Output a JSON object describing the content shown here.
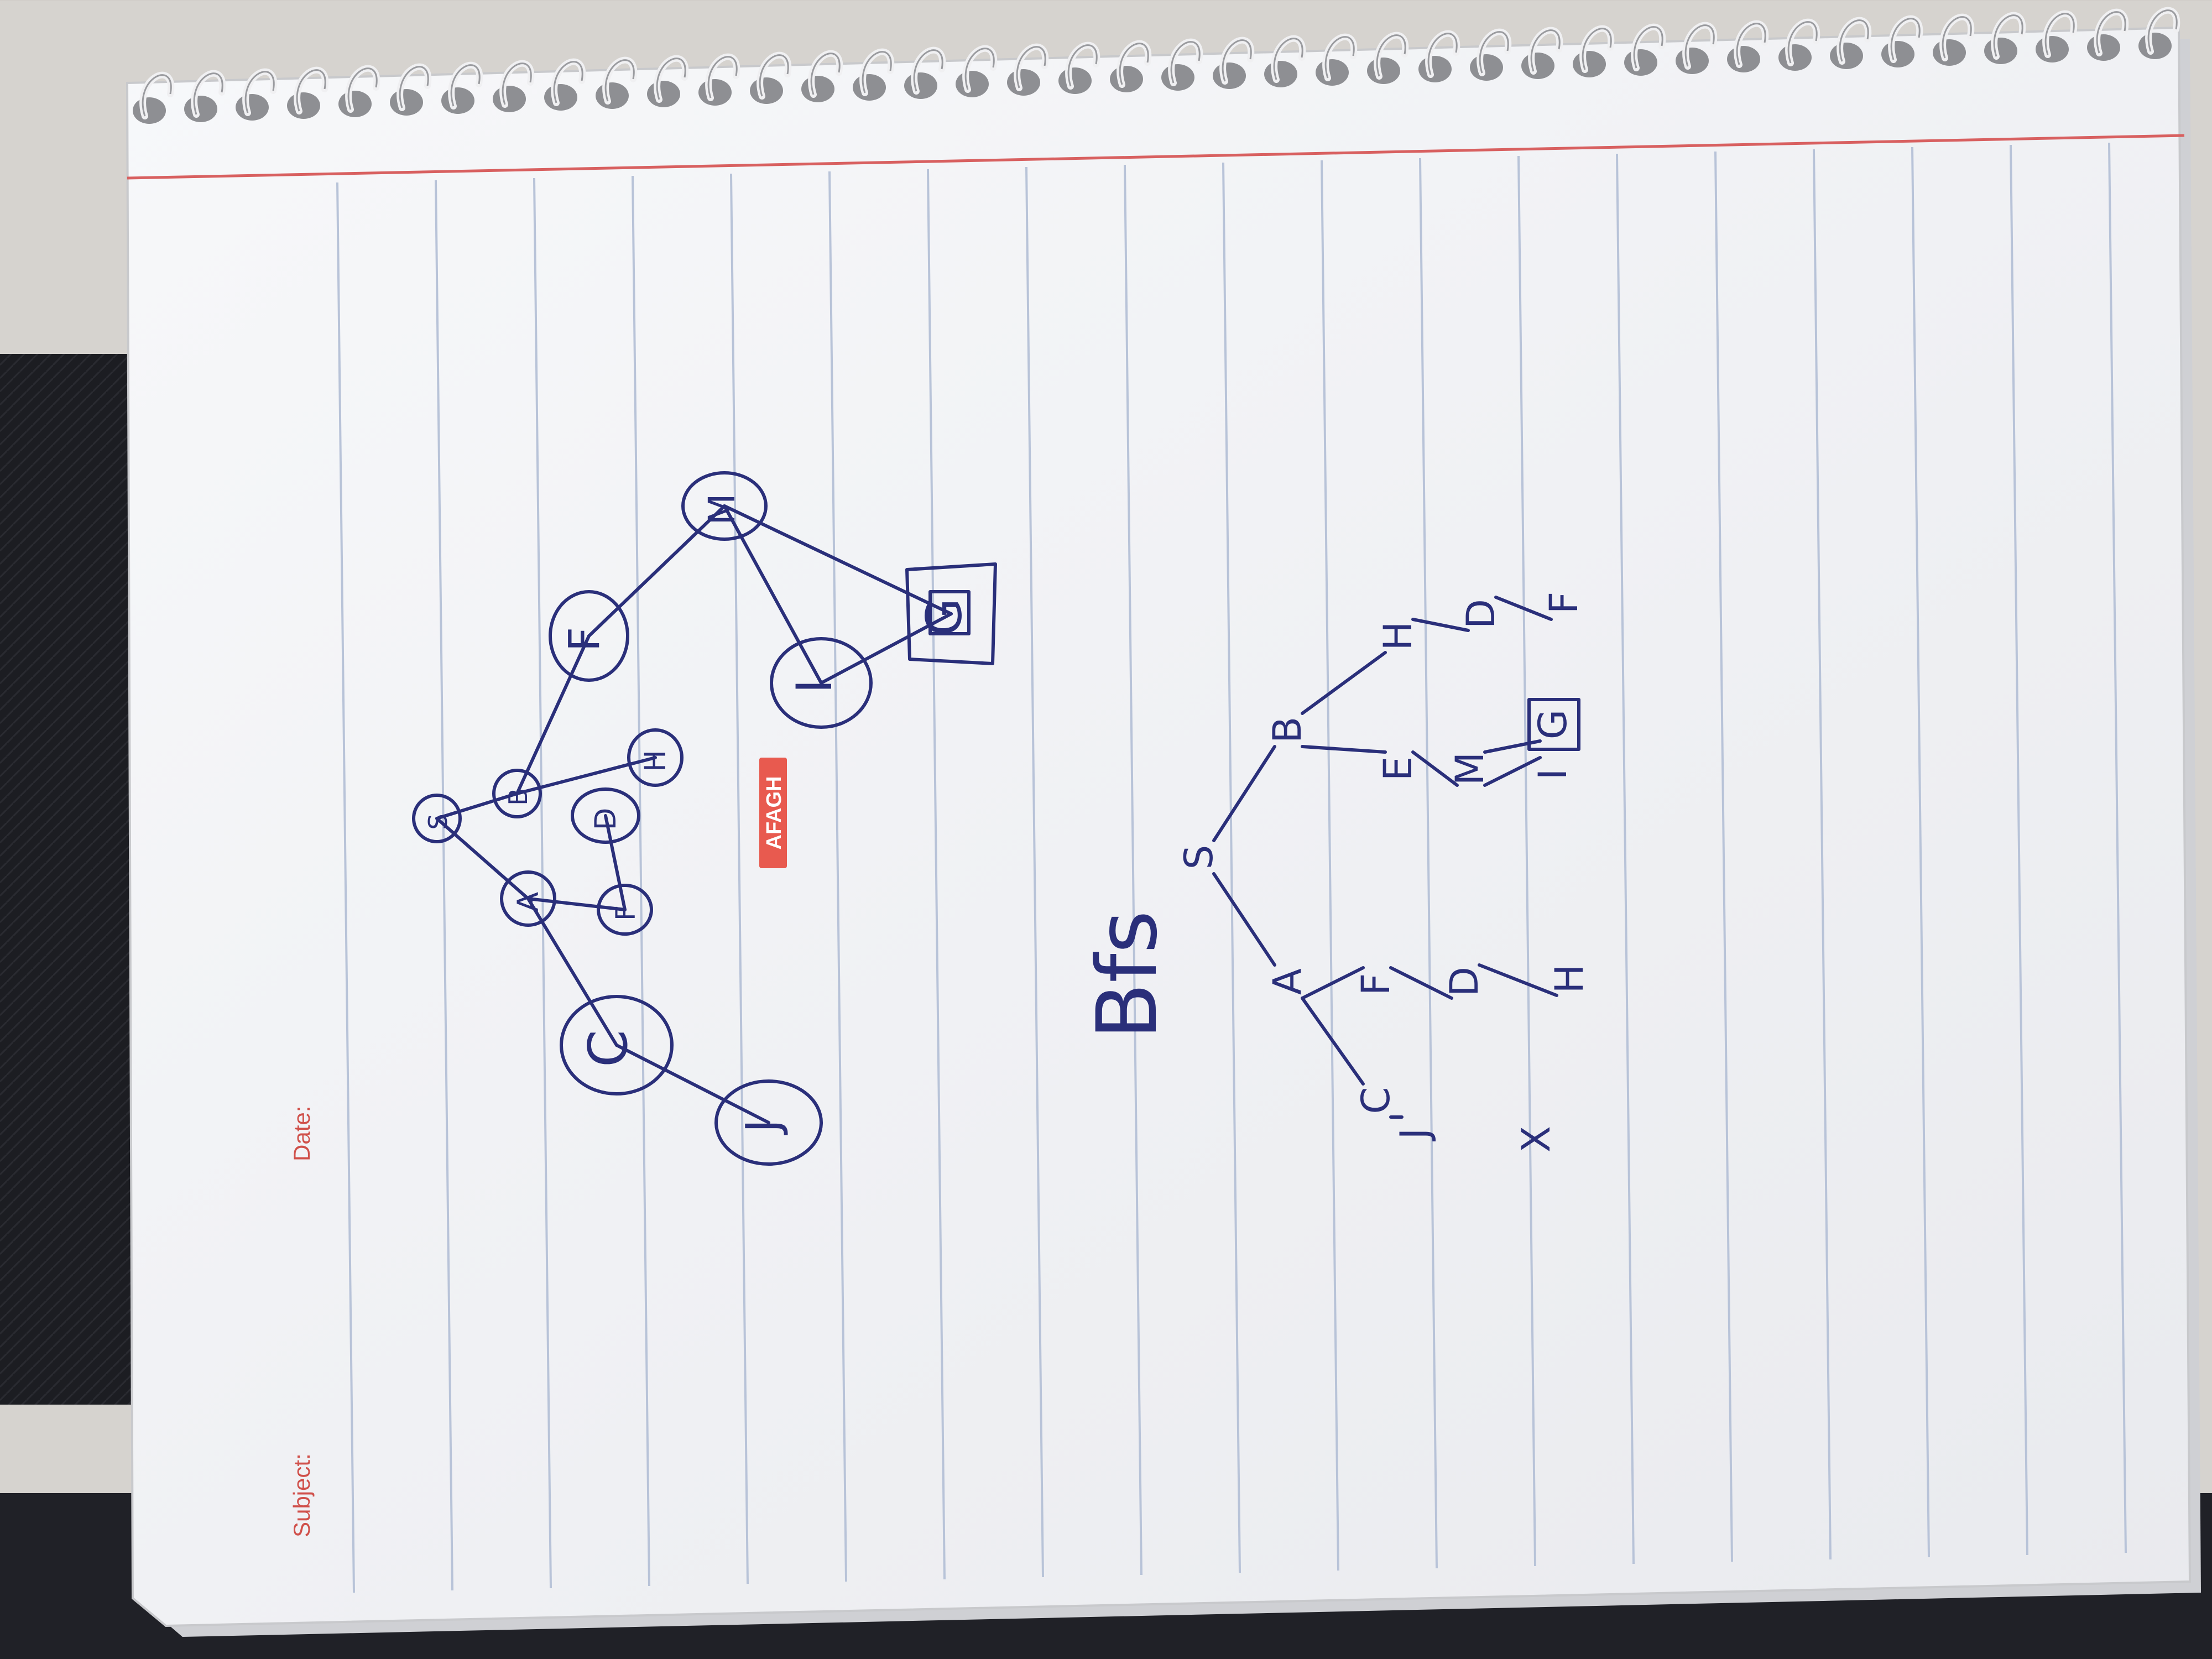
{
  "notebook": {
    "header": {
      "subject_label": "Subject:",
      "date_label": "Date:"
    },
    "brand": "AFAGH",
    "colors": {
      "ink": "#2a2f7a",
      "header_text": "#d0504a",
      "margin_line": "#d86060",
      "rule_lines": "#b8c3d8",
      "paper": "#f4f5f7",
      "background_fabric": "#1c1d22",
      "background_tile": "#d6d3cf"
    }
  },
  "graph": {
    "nodes": [
      {
        "id": "S",
        "label": "S",
        "shape": "circle"
      },
      {
        "id": "B",
        "label": "B",
        "shape": "circle"
      },
      {
        "id": "A",
        "label": "A",
        "shape": "circle"
      },
      {
        "id": "F1",
        "label": "F",
        "shape": "circle"
      },
      {
        "id": "F2",
        "label": "F",
        "shape": "circle"
      },
      {
        "id": "D",
        "label": "D",
        "shape": "circle"
      },
      {
        "id": "H",
        "label": "H",
        "shape": "circle"
      },
      {
        "id": "C",
        "label": "C",
        "shape": "circle"
      },
      {
        "id": "J",
        "label": "J",
        "shape": "circle"
      },
      {
        "id": "M",
        "label": "M",
        "shape": "circle"
      },
      {
        "id": "I",
        "label": "I",
        "shape": "circle"
      },
      {
        "id": "G",
        "label": "G",
        "shape": "box"
      }
    ],
    "edges": [
      {
        "from": "S",
        "to": "B"
      },
      {
        "from": "S",
        "to": "A"
      },
      {
        "from": "B",
        "to": "H"
      },
      {
        "from": "B",
        "to": "F2"
      },
      {
        "from": "F2",
        "to": "M"
      },
      {
        "from": "A",
        "to": "F1"
      },
      {
        "from": "A",
        "to": "C"
      },
      {
        "from": "F1",
        "to": "D"
      },
      {
        "from": "C",
        "to": "J"
      },
      {
        "from": "M",
        "to": "I"
      },
      {
        "from": "M",
        "to": "G"
      },
      {
        "from": "I",
        "to": "G"
      }
    ]
  },
  "bfs": {
    "title": "Bfs",
    "tree": [
      {
        "id": "s",
        "label": "S"
      },
      {
        "id": "a",
        "label": "A"
      },
      {
        "id": "b",
        "label": "B"
      },
      {
        "id": "c",
        "label": "C"
      },
      {
        "id": "j",
        "label": "J"
      },
      {
        "id": "x",
        "label": "X"
      },
      {
        "id": "f",
        "label": "F"
      },
      {
        "id": "d",
        "label": "D"
      },
      {
        "id": "h",
        "label": "H"
      },
      {
        "id": "e",
        "label": "E"
      },
      {
        "id": "m",
        "label": "M"
      },
      {
        "id": "i",
        "label": "I"
      },
      {
        "id": "g",
        "label": "G"
      },
      {
        "id": "h2",
        "label": "H"
      },
      {
        "id": "d2",
        "label": "D"
      },
      {
        "id": "f2",
        "label": "F"
      }
    ]
  }
}
